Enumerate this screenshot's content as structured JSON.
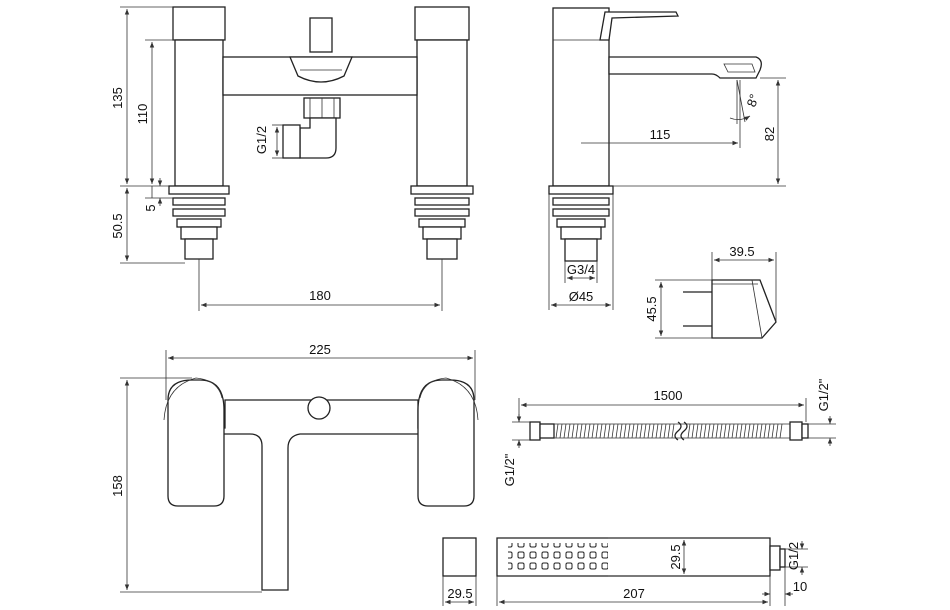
{
  "dimensions": {
    "front_height_total": "135",
    "front_height_body": "110",
    "front_gap": "5",
    "front_base": "50.5",
    "front_width": "180",
    "front_outlet_thread": "G1/2",
    "side_reach": "115",
    "side_height": "82",
    "side_angle": "8°",
    "side_thread": "G3/4",
    "side_diameter": "Ø45",
    "holder_width": "39.5",
    "holder_height": "45.5",
    "top_width": "225",
    "top_depth": "158",
    "hose_length": "1500",
    "hose_thread_left": "G1/2\"",
    "hose_thread_right": "G1/2\"",
    "handset_length": "207",
    "handset_head_width": "29.5",
    "handset_end_width": "29.5",
    "handset_thread": "G1/2",
    "handset_tail": "10"
  }
}
